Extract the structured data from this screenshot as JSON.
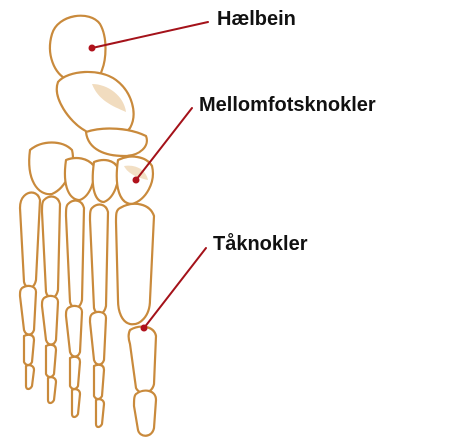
{
  "labels": {
    "heel": "Hælbein",
    "metatarsals": "Mellomfotsknokler",
    "toes": "Tåknokler"
  },
  "colors": {
    "bone_fill": "#ffffff",
    "bone_outline": "#c98a3c",
    "bone_shade": "#d9a45e",
    "leader_line": "#a4121a",
    "leader_dot": "#b0121c",
    "text": "#111111"
  }
}
